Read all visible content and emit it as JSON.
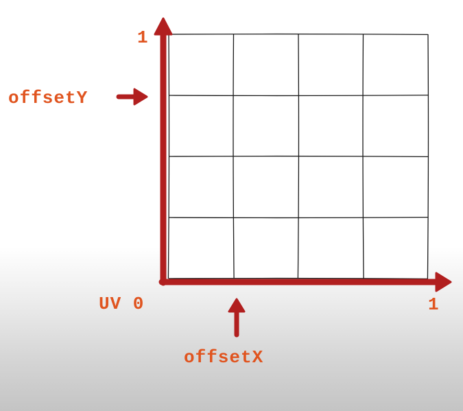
{
  "labels": {
    "y_max": "1",
    "offset_y": "offsetY",
    "origin": "UV 0",
    "x_max": "1",
    "offset_x": "offsetX"
  },
  "grid": {
    "rows": 4,
    "columns": 4
  },
  "colors": {
    "axis": "#b11f1f",
    "label": "#e0541f",
    "grid_line": "#1a1a1a"
  }
}
